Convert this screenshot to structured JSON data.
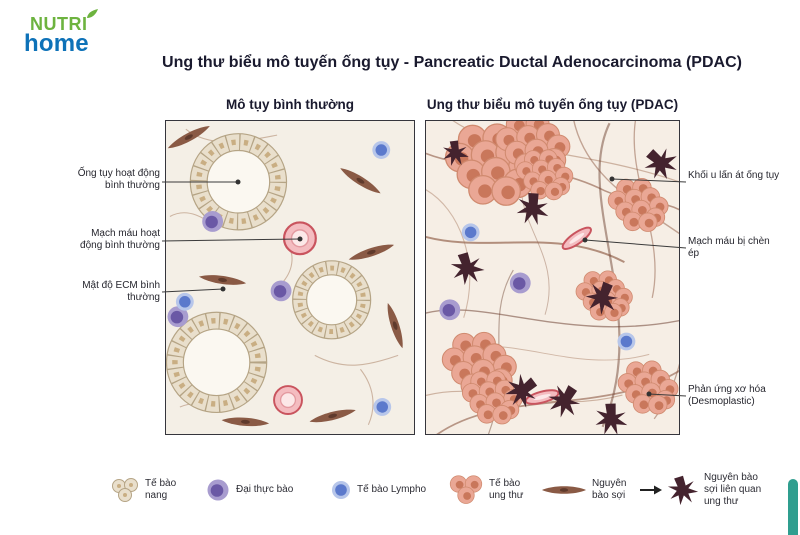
{
  "logo": {
    "name_top": "NUTRI",
    "name_bottom": "home"
  },
  "header": {
    "title": "Ung thư biểu mô tuyến ống tụy - Pancreatic Ductal Adenocarcinoma (PDAC)"
  },
  "panels": {
    "left": {
      "title": "Mô tụy bình thường",
      "labels": [
        {
          "text": "Ống tụy hoạt động bình thường"
        },
        {
          "text": "Mạch máu hoạt động bình thường"
        },
        {
          "text": "Mật độ ECM bình thường"
        }
      ]
    },
    "right": {
      "title": "Ung thư biểu mô tuyến ống tụy (PDAC)",
      "labels": [
        {
          "text": "Khối u lấn át ống tụy"
        },
        {
          "text": "Mạch máu bị chèn ép"
        },
        {
          "text": "Phản ứng xơ hóa (Desmoplastic)"
        }
      ]
    }
  },
  "legend": {
    "items": [
      {
        "label": "Tế bào nang",
        "icon": "acinar-cell-icon"
      },
      {
        "label": "Đại thực bào",
        "icon": "macrophage-icon"
      },
      {
        "label": "Tế bào Lympho",
        "icon": "lymphocyte-icon"
      },
      {
        "label": "Tế bào ung thư",
        "icon": "cancer-cell-icon"
      },
      {
        "label": "Nguyên bào sợi",
        "icon": "fibroblast-icon"
      },
      {
        "label": "Nguyên bào sợi liên quan ung thư",
        "icon": "caf-icon"
      }
    ]
  },
  "colors": {
    "logo_green": "#6db33f",
    "logo_blue": "#0e72b8",
    "title_text": "#1a1a2e",
    "acinar_cell": "#e9dfcc",
    "acinar_border": "#b5a485",
    "macrophage": "#6a58a5",
    "lymphocyte": "#5b79cc",
    "cancer_cell": "#eaa795",
    "fibroblast": "#8a5a45",
    "caf": "#44232e",
    "vessel": "#f4bcc0",
    "vessel_border": "#c9545e",
    "accent_teal": "#2f9e8f"
  }
}
